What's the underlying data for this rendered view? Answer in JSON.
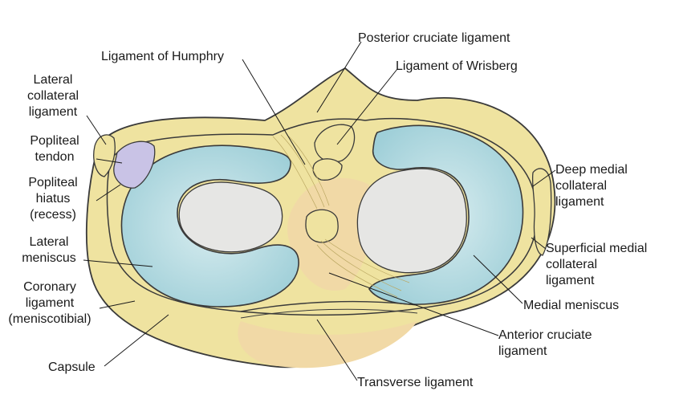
{
  "labels": {
    "posterior_cruciate": "Posterior  cruciate ligament",
    "humphry": "Ligament of Humphry",
    "wrisberg": "Ligament of Wrisberg",
    "lateral_collateral": "Lateral\ncollateral\nligament",
    "popliteal_tendon": "Popliteal\ntendon",
    "popliteal_hiatus": "Popliteal\nhiatus\n(recess)",
    "lateral_meniscus": "Lateral\nmeniscus",
    "coronary": "Coronary\nligament\n(meniscotibial)",
    "capsule": "Capsule",
    "transverse": "Transverse ligament",
    "anterior_cruciate": "Anterior cruciate\nligament",
    "medial_meniscus": "Medial meniscus",
    "superficial_medial": "Superficial medial\ncollateral\nligament",
    "deep_medial": "Deep medial\ncollateral\nligament"
  },
  "colors": {
    "tissue": "#efe3a0",
    "tissue_dark": "#d9c46e",
    "capsule_ring": "#e7d68a",
    "meniscus": "#a9d5dc",
    "meniscus_light": "#cfe7ea",
    "tibia": "#e6e6e4",
    "outline": "#3a3a3a",
    "bone": "#f1d9a6"
  }
}
